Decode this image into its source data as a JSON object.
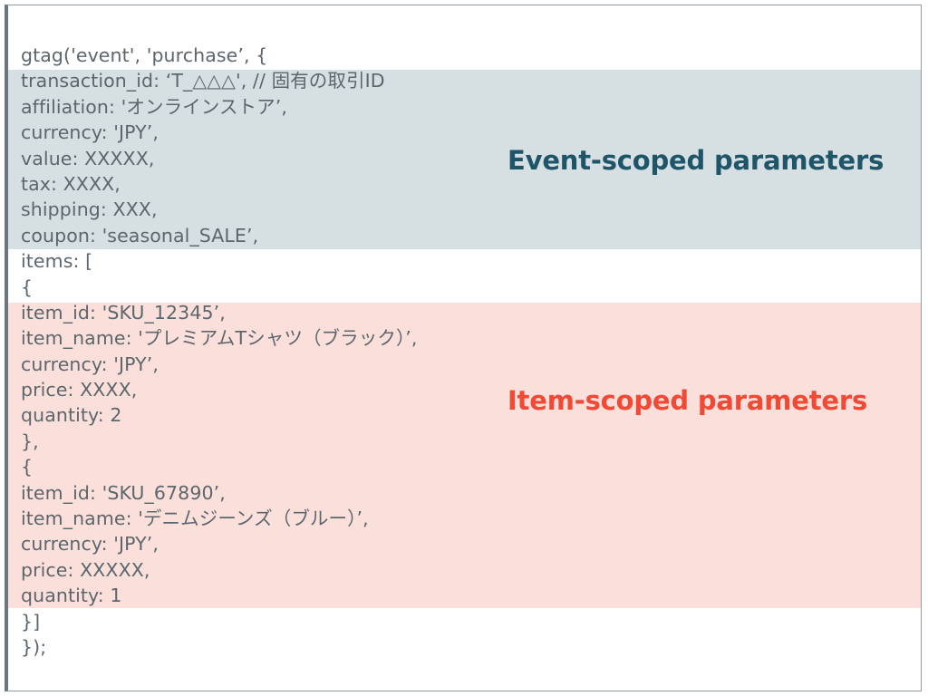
{
  "slide": {
    "code_lines": [
      {
        "text": "gtag('event', 'purchase’, {",
        "indent": 0
      },
      {
        "text": "transaction_id: ‘T_△△△', // 固有の取引ID",
        "indent": 1
      },
      {
        "text": "affiliation: 'オンラインストア’,",
        "indent": 1
      },
      {
        "text": "currency: 'JPY’,",
        "indent": 1
      },
      {
        "text": "value: XXXXX,",
        "indent": 1
      },
      {
        "text": "tax: XXXX,",
        "indent": 1
      },
      {
        "text": "shipping: XXX,",
        "indent": 1
      },
      {
        "text": "coupon: 'seasonal_SALE’,",
        "indent": 1
      },
      {
        "text": "items: [",
        "indent": 1
      },
      {
        "text": "{",
        "indent": 2
      },
      {
        "text": "item_id: 'SKU_12345’,",
        "indent": 3
      },
      {
        "text": "item_name: 'プレミアムTシャツ（ブラック）’,",
        "indent": 3
      },
      {
        "text": "currency: 'JPY’,",
        "indent": 3
      },
      {
        "text": "price: XXXX,",
        "indent": 3
      },
      {
        "text": "quantity: 2",
        "indent": 3
      },
      {
        "text": "},",
        "indent": 3
      },
      {
        "text": "{",
        "indent": 3
      },
      {
        "text": "item_id: 'SKU_67890’,",
        "indent": 3
      },
      {
        "text": "item_name: 'デニムジーンズ（ブルー）’,",
        "indent": 3
      },
      {
        "text": "currency: 'JPY’,",
        "indent": 3
      },
      {
        "text": "price: XXXXX,",
        "indent": 3
      },
      {
        "text": "quantity: 1",
        "indent": 3
      },
      {
        "text": "}]",
        "indent": 2
      },
      {
        "text": "});",
        "indent": 1
      }
    ],
    "callouts": {
      "event_scoped": "Event-scoped parameters",
      "item_scoped": "Item-scoped parameters"
    },
    "colors": {
      "event_band": "#d6dfe2",
      "item_band": "#fbdfda",
      "event_label": "#1f5569",
      "item_label": "#f04a36",
      "code_text": "#5c666d",
      "frame_border": "#8f9aa3"
    }
  }
}
